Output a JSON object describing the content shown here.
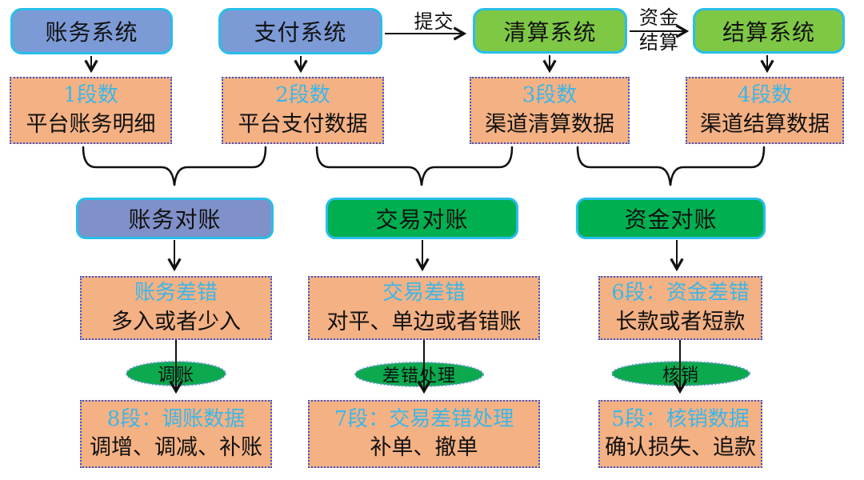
{
  "title": "对账差错处理流程图",
  "colors": {
    "box_border_cyan": "#29BEE9",
    "system_blue": "#7C9AD6",
    "system_green": "#7EC845",
    "recon_purple": "#8090C8",
    "recon_green": "#00AF50",
    "data_box_orange": "#F4B184",
    "dotted_border_blue": "#3D56C9",
    "tag_text_cyan": "#3CB6E8",
    "line_black": "#111111"
  },
  "systems": [
    {
      "label": "账务系统"
    },
    {
      "label": "支付系统"
    },
    {
      "label": "清算系统"
    },
    {
      "label": "结算系统"
    }
  ],
  "flow_labels": {
    "submit": "提交",
    "settle_line1": "资金",
    "settle_line2": "结算"
  },
  "data_row": [
    {
      "tag": "1段数",
      "desc": "平台账务明细"
    },
    {
      "tag": "2段数",
      "desc": "平台支付数据"
    },
    {
      "tag": "3段数",
      "desc": "渠道清算数据"
    },
    {
      "tag": "4段数",
      "desc": "渠道结算数据"
    }
  ],
  "recon_row": [
    {
      "label": "账务对账"
    },
    {
      "label": "交易对账"
    },
    {
      "label": "资金对账"
    }
  ],
  "diff_row": [
    {
      "tag": "账务差错",
      "desc": "多入或者少入"
    },
    {
      "tag": "交易差错",
      "desc": "对平、单边或者错账"
    },
    {
      "tag": "6段：资金差错",
      "desc": "长款或者短款"
    }
  ],
  "action_ellipses": [
    {
      "label": "调账"
    },
    {
      "label": "差错处理"
    },
    {
      "label": "核销"
    }
  ],
  "result_row": [
    {
      "tag": "8段：调账数据",
      "desc": "调增、调减、补账"
    },
    {
      "tag": "7段：交易差错处理",
      "desc": "补单、撤单"
    },
    {
      "tag": "5段：核销数据",
      "desc": "确认损失、追款"
    }
  ]
}
